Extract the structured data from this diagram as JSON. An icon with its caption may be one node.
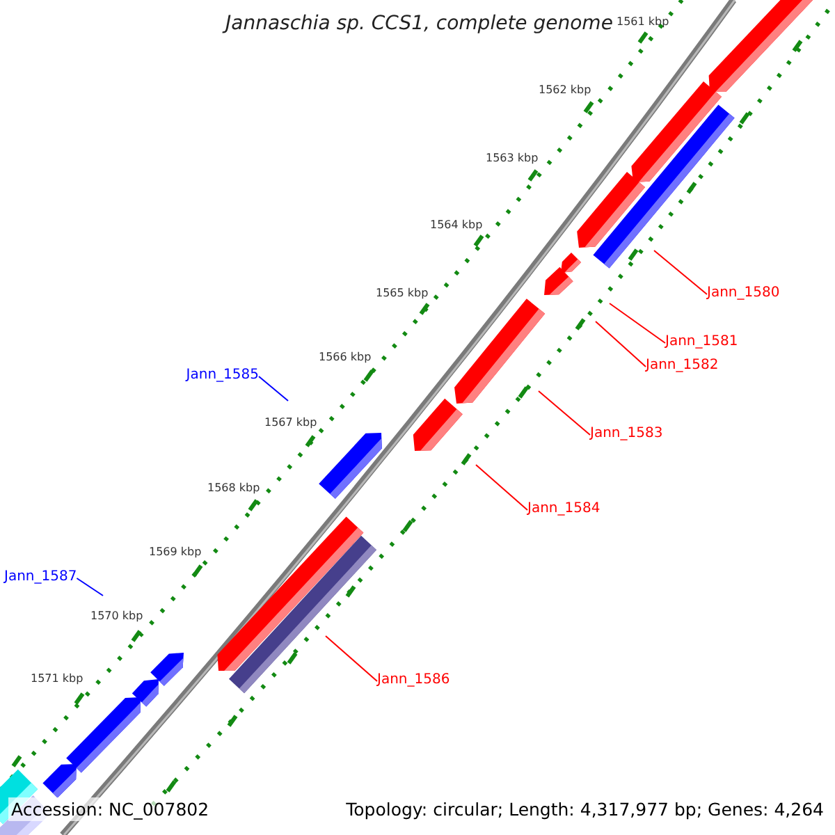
{
  "diagram": {
    "title": "Jannaschia sp. CCS1, complete genome",
    "nodes": [
      {
        "text": [
          "Jann_1580"
        ]
      },
      {
        "text": [
          "Jann_1581"
        ]
      },
      {
        "text": [
          "Jann_1582"
        ]
      },
      {
        "text": [
          "Jann_1585"
        ]
      },
      {
        "text": [
          "Jann_1583"
        ]
      },
      {
        "text": [
          "Jann_1584"
        ]
      },
      {
        "text": [
          "Jann_1587"
        ]
      },
      {
        "text": [
          "Jann_1586"
        ]
      }
    ],
    "edges": [
      {
        "from": 0,
        "to": null,
        "arrow": "none"
      },
      {
        "from": 1,
        "to": null,
        "arrow": "none"
      },
      {
        "from": 2,
        "to": null,
        "arrow": "none"
      },
      {
        "from": 3,
        "to": null,
        "arrow": "none",
        "color": "#0000ff"
      },
      {
        "from": 4,
        "to": null,
        "arrow": "none"
      },
      {
        "from": 5,
        "to": null,
        "arrow": "none"
      },
      {
        "from": 6,
        "to": null,
        "arrow": "none",
        "color": "#0000ff"
      },
      {
        "from": 7,
        "to": null,
        "arrow": "none"
      }
    ],
    "labels": [
      "1561 kbp",
      "1562 kbp",
      "1563 kbp",
      "1564 kbp",
      "1565 kbp",
      "1566 kbp",
      "1567 kbp",
      "1568 kbp",
      "1569 kbp",
      "1570 kbp",
      "1571 kbp",
      "Accession: NC_007802",
      "Topology: circular; Length: 4,317,977 bp; Genes: 4,264"
    ]
  }
}
